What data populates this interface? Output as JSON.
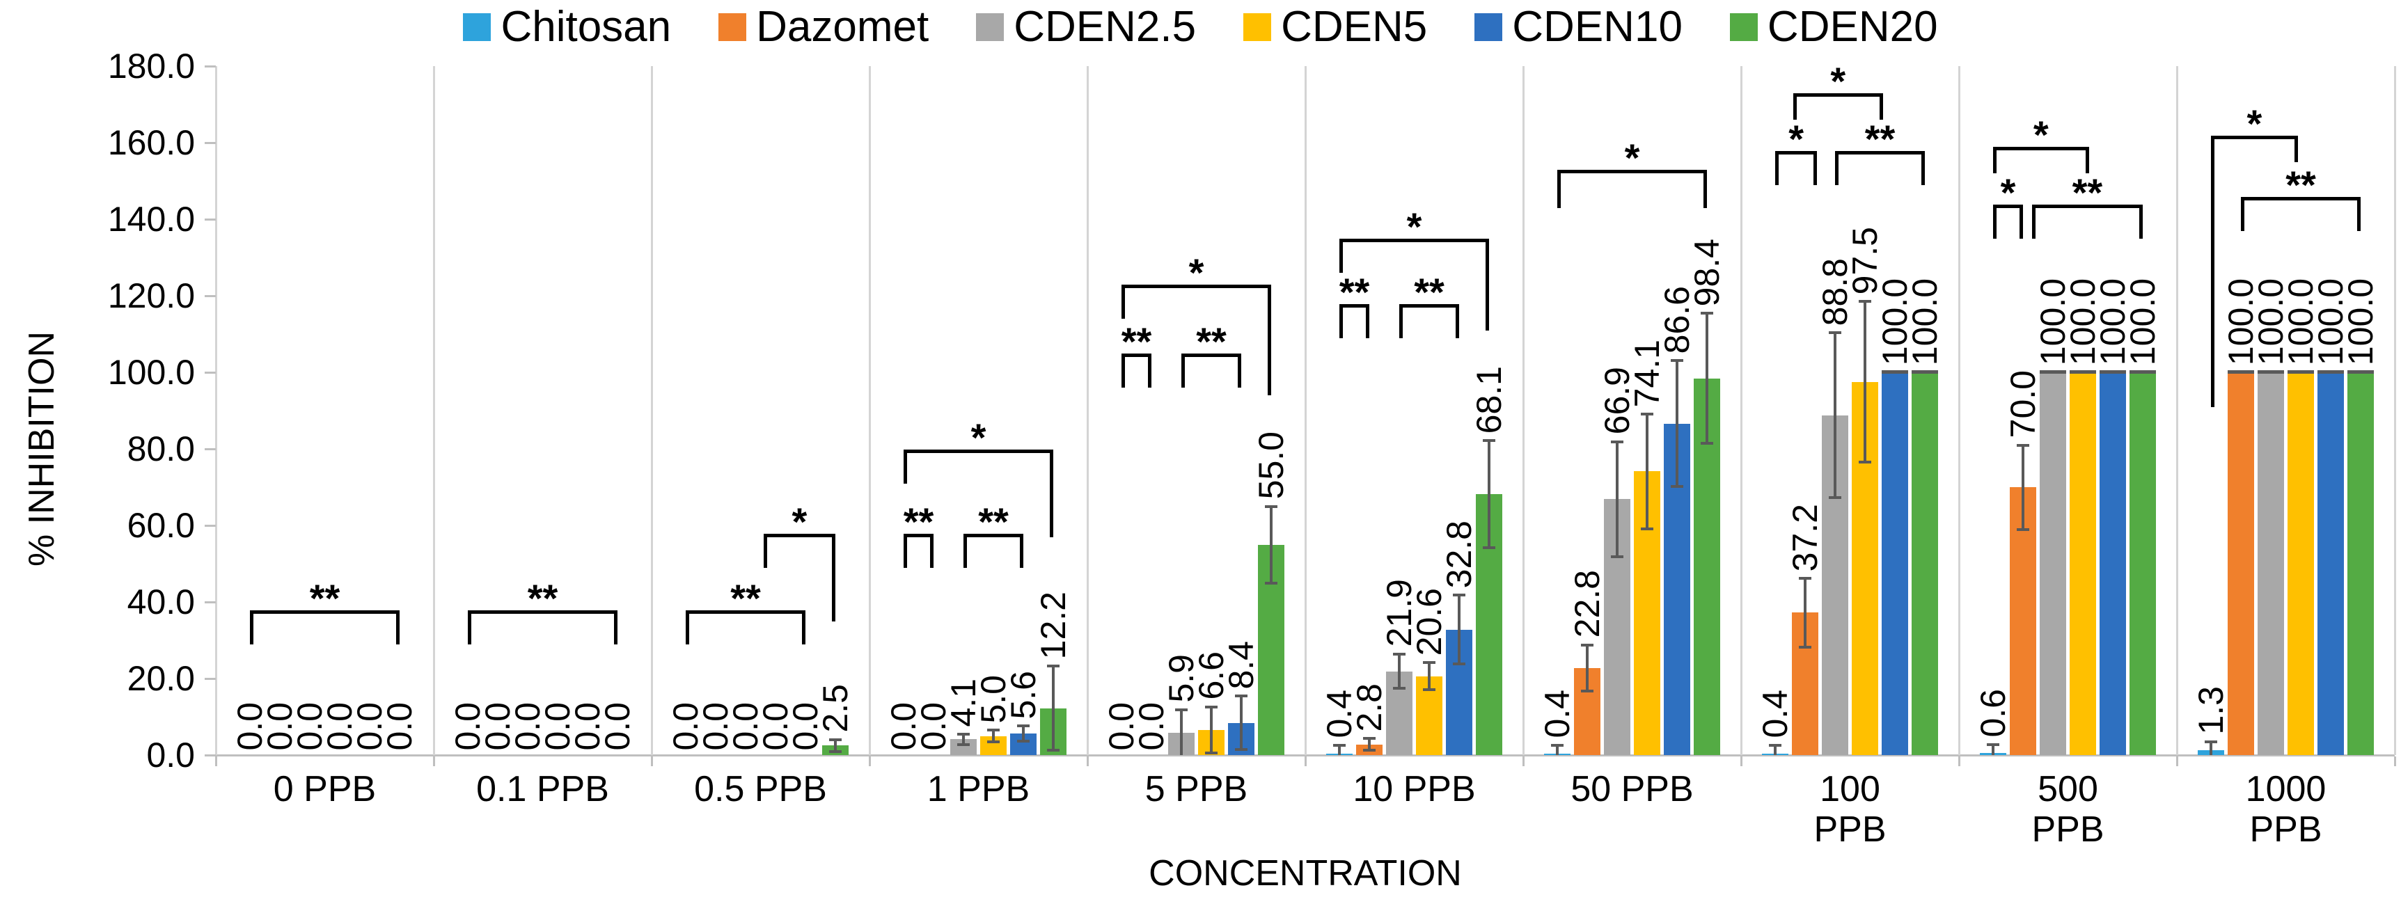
{
  "chart_data": {
    "type": "bar",
    "title": "",
    "xlabel": "CONCENTRATION",
    "ylabel": "% INHIBITION",
    "ylim": [
      0,
      180
    ],
    "ytick_step": 20,
    "ytick_labels": [
      "0.0",
      "20.0",
      "40.0",
      "60.0",
      "80.0",
      "100.0",
      "120.0",
      "140.0",
      "160.0",
      "180.0"
    ],
    "grid": "vertical-separators-only",
    "legend_position": "top-center",
    "categories": [
      "0 PPB",
      "0.1 PPB",
      "0.5 PPB",
      "1 PPB",
      "5 PPB",
      "10 PPB",
      "50 PPB",
      "100 PPB",
      "500 PPB",
      "1000 PPB"
    ],
    "series": [
      {
        "name": "Chitosan",
        "color": "#2EA3DC",
        "values": [
          0.0,
          0.0,
          0.0,
          0.0,
          0.0,
          0.4,
          0.4,
          0.4,
          0.6,
          1.3
        ],
        "errors": [
          0,
          0,
          0,
          0,
          0,
          2.2,
          2.2,
          2.2,
          2.2,
          2.2
        ]
      },
      {
        "name": "Dazomet",
        "color": "#F0802C",
        "values": [
          0.0,
          0.0,
          0.0,
          0.0,
          0.0,
          2.8,
          22.8,
          37.2,
          70.0,
          100.0
        ],
        "errors": [
          0,
          0,
          0,
          0,
          0,
          1.5,
          6,
          9,
          11,
          0
        ]
      },
      {
        "name": "CDEN2.5",
        "color": "#A8A8A8",
        "values": [
          0.0,
          0.0,
          0.0,
          4.1,
          5.9,
          21.9,
          66.9,
          88.8,
          100.0,
          100.0
        ],
        "errors": [
          0,
          0,
          0,
          1.4,
          6,
          4.5,
          15,
          21.5,
          0,
          0
        ]
      },
      {
        "name": "CDEN5",
        "color": "#FFC000",
        "values": [
          0.0,
          0.0,
          0.0,
          5.0,
          6.6,
          20.6,
          74.1,
          97.5,
          100.0,
          100.0
        ],
        "errors": [
          0,
          0,
          0,
          1.5,
          6,
          3.5,
          15,
          21,
          0,
          0
        ]
      },
      {
        "name": "CDEN10",
        "color": "#2E70C0",
        "values": [
          0.0,
          0.0,
          0.0,
          5.6,
          8.4,
          32.8,
          86.6,
          100.0,
          100.0,
          100.0
        ],
        "errors": [
          0,
          0,
          0,
          2,
          7,
          9,
          16.5,
          0,
          0,
          0
        ]
      },
      {
        "name": "CDEN20",
        "color": "#54AB44",
        "values": [
          0.0,
          0.0,
          2.5,
          12.2,
          55.0,
          68.1,
          98.4,
          100.0,
          100.0,
          100.0
        ],
        "errors": [
          0,
          0,
          1.5,
          11,
          10,
          14,
          17,
          0,
          0,
          0
        ]
      }
    ],
    "significance_brackets": [
      [
        {
          "stars": "**",
          "from": 1,
          "to": 6,
          "y": 37,
          "dl": 8,
          "dr": 8
        }
      ],
      [
        {
          "stars": "**",
          "from": 1,
          "to": 6,
          "y": 37,
          "dl": 8,
          "dr": 8
        }
      ],
      [
        {
          "stars": "**",
          "from": 1,
          "to": 5,
          "y": 37,
          "dl": 8,
          "dr": 8
        },
        {
          "stars": "*",
          "from": 3.6,
          "to": 6,
          "y": 57,
          "dl": 8,
          "dr": 22
        }
      ],
      [
        {
          "stars": "**",
          "from": 1,
          "to": 2,
          "y": 57,
          "dl": 8,
          "dr": 8
        },
        {
          "stars": "**",
          "from": 3,
          "to": 5,
          "y": 57,
          "dl": 8,
          "dr": 8
        },
        {
          "stars": "*",
          "from": 1,
          "to": 6,
          "y": 79,
          "dl": 8,
          "dr": 22
        }
      ],
      [
        {
          "stars": "**",
          "from": 1,
          "to": 2,
          "y": 104,
          "dl": 8,
          "dr": 8
        },
        {
          "stars": "**",
          "from": 3,
          "to": 5,
          "y": 104,
          "dl": 8,
          "dr": 8
        },
        {
          "stars": "*",
          "from": 1,
          "to": 6,
          "y": 122,
          "dl": 8,
          "dr": 28
        }
      ],
      [
        {
          "stars": "**",
          "from": 1,
          "to": 2,
          "y": 117,
          "dl": 8,
          "dr": 8
        },
        {
          "stars": "**",
          "from": 3,
          "to": 5,
          "y": 117,
          "dl": 8,
          "dr": 8
        },
        {
          "stars": "*",
          "from": 1,
          "to": 6,
          "y": 134,
          "dl": 8,
          "dr": 23
        }
      ],
      [
        {
          "stars": "*",
          "from": 1,
          "to": 6,
          "y": 152,
          "dl": 9,
          "dr": 9
        }
      ],
      [
        {
          "stars": "*",
          "from": 1,
          "to": 2.4,
          "y": 157,
          "dl": 8,
          "dr": 8
        },
        {
          "stars": "**",
          "from": 3,
          "to": 6,
          "y": 157,
          "dl": 8,
          "dr": 8
        },
        {
          "stars": "*",
          "from": 1.6,
          "to": 4.6,
          "y": 172,
          "dl": 6,
          "dr": 6
        }
      ],
      [
        {
          "stars": "*",
          "from": 1,
          "to": 2,
          "y": 143,
          "dl": 8,
          "dr": 8
        },
        {
          "stars": "**",
          "from": 2.3,
          "to": 6,
          "y": 143,
          "dl": 8,
          "dr": 8
        },
        {
          "stars": "*",
          "from": 1,
          "to": 4.2,
          "y": 158,
          "dl": 6,
          "dr": 6
        }
      ],
      [
        {
          "stars": "**",
          "from": 2,
          "to": 6,
          "y": 145,
          "dl": 8,
          "dr": 8
        },
        {
          "stars": "*",
          "from": 1,
          "to": 3.9,
          "y": 161,
          "dl": 70,
          "dr": 6
        }
      ]
    ],
    "colors": {
      "error_bar": "#595959",
      "separator_line": "#d4d4d4",
      "axis_line": "#bfbfbf",
      "text": "#000000"
    }
  }
}
